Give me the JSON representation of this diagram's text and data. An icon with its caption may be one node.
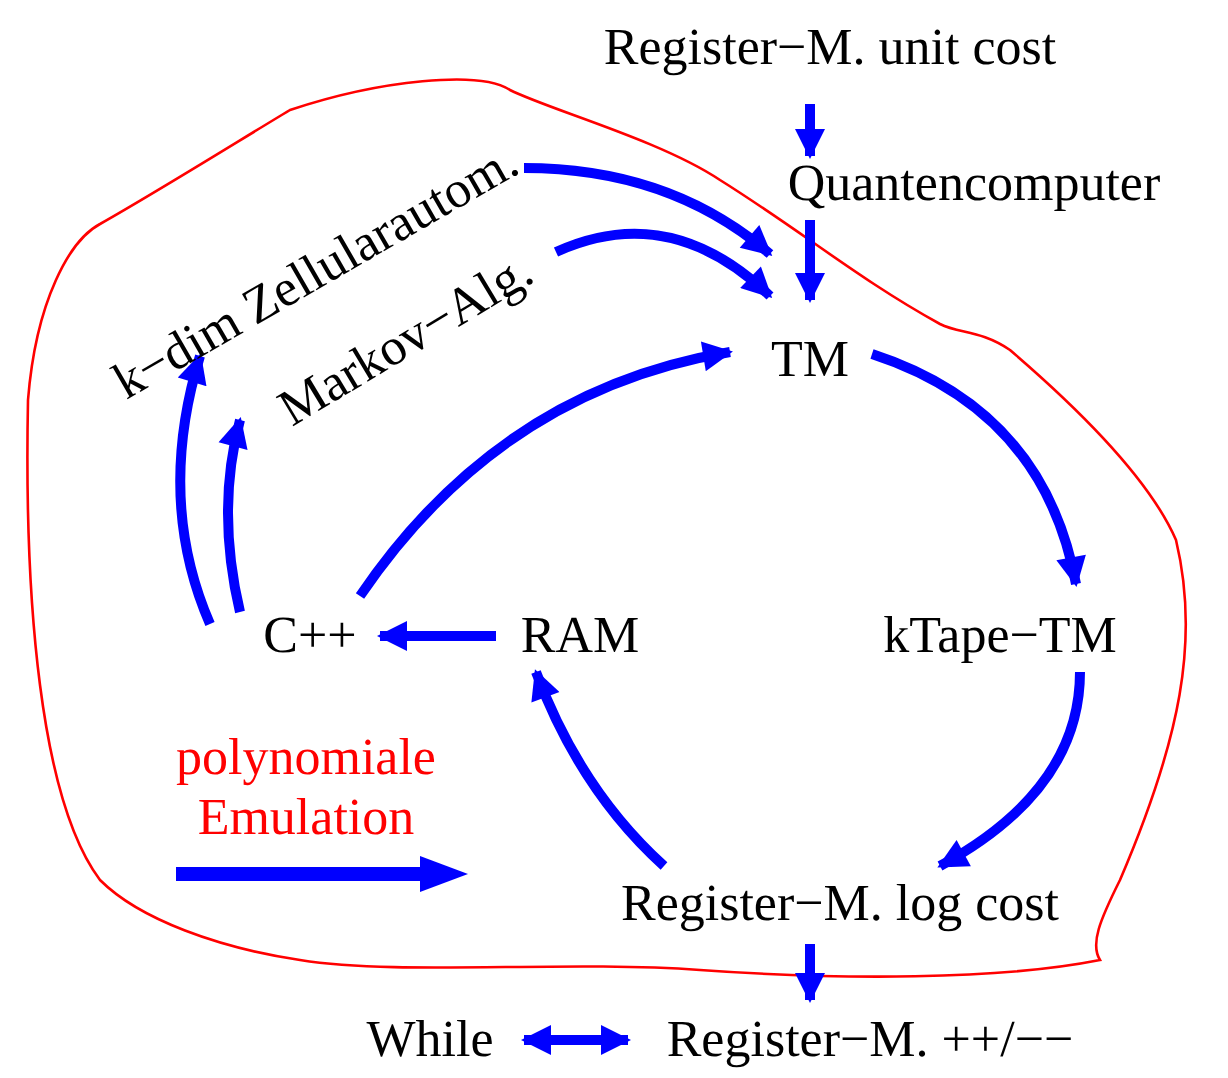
{
  "diagram": {
    "nodes": [
      {
        "text": [
          "Register−M. unit cost"
        ]
      },
      {
        "text": [
          "Quantencomputer"
        ]
      },
      {
        "text": [
          "k−dim Zellularautom."
        ]
      },
      {
        "text": [
          "Markov−Alg."
        ]
      },
      {
        "text": [
          "TM"
        ]
      },
      {
        "text": [
          "C++"
        ]
      },
      {
        "text": [
          "RAM"
        ]
      },
      {
        "text": [
          "kTape−TM"
        ]
      },
      {
        "text": [
          "Register−M. log cost"
        ]
      },
      {
        "text": [
          "While"
        ]
      },
      {
        "text": [
          "Register−M. ++/−−"
        ]
      }
    ],
    "edges": [
      {
        "from": 0,
        "to": 1,
        "arrow": "to"
      },
      {
        "from": 1,
        "to": 4,
        "arrow": "to"
      },
      {
        "from": 2,
        "to": 4,
        "arrow": "to"
      },
      {
        "from": 3,
        "to": 4,
        "arrow": "to"
      },
      {
        "from": 5,
        "to": 2,
        "arrow": "to"
      },
      {
        "from": 5,
        "to": 3,
        "arrow": "to"
      },
      {
        "from": 5,
        "to": 4,
        "arrow": "to"
      },
      {
        "from": 4,
        "to": 7,
        "arrow": "to"
      },
      {
        "from": 6,
        "to": 5,
        "arrow": "to"
      },
      {
        "from": 7,
        "to": 8,
        "arrow": "to"
      },
      {
        "from": 8,
        "to": 6,
        "arrow": "to"
      },
      {
        "from": 8,
        "to": 10,
        "arrow": "to"
      },
      {
        "from": 9,
        "to": 10,
        "arrow": "both"
      }
    ],
    "legend": [
      {
        "text": "polynomiale Emulation"
      }
    ]
  }
}
